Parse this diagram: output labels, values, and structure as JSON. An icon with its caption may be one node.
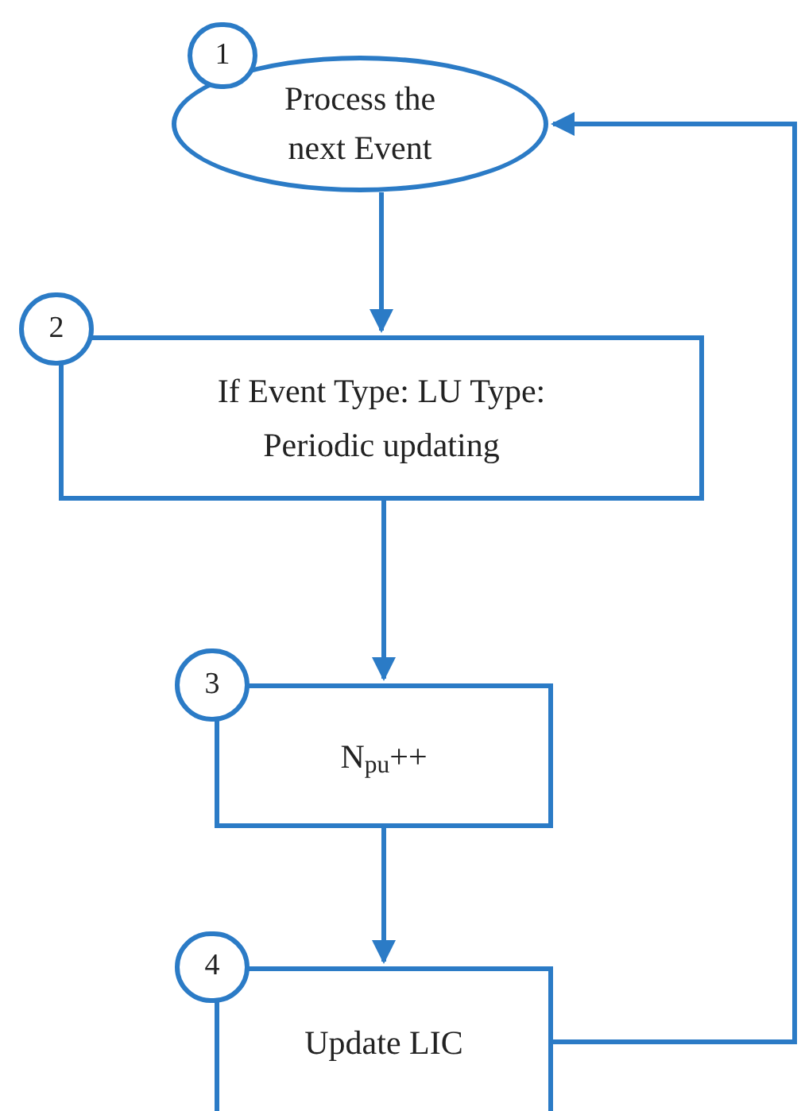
{
  "diagram": {
    "nodes": [
      {
        "text": [
          "1"
        ]
      },
      {
        "text": [
          "Process the next Event"
        ]
      },
      {
        "text": [
          "2"
        ]
      },
      {
        "text": [
          "If Event Type: LU Type: Periodic updating"
        ]
      },
      {
        "text": [
          "3"
        ]
      },
      {
        "text": [
          "N$_{pu}$++"
        ]
      },
      {
        "text": [
          "4"
        ]
      },
      {
        "text": [
          "Update LIC"
        ]
      }
    ],
    "edges": [
      {
        "from": 1,
        "to": 3,
        "arrow": "to"
      },
      {
        "from": 3,
        "to": 5,
        "arrow": "to"
      },
      {
        "from": 5,
        "to": 7,
        "arrow": "to"
      },
      {
        "from": 7,
        "to": 1,
        "arrow": "to"
      }
    ]
  }
}
